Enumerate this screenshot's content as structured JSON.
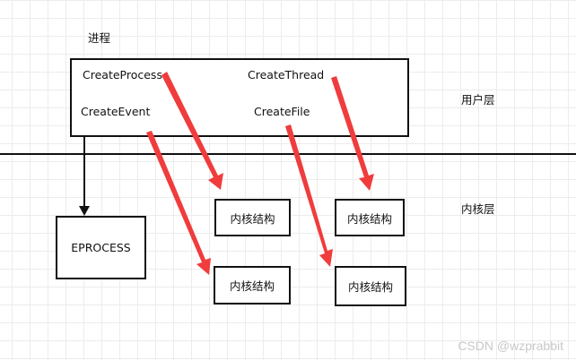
{
  "diagram": {
    "process_label": "进程",
    "user_layer_label": "用户层",
    "kernel_layer_label": "内核层",
    "process_box": {
      "items": [
        "CreateProcess",
        "CreateThread",
        "CreateEvent",
        "CreateFile"
      ]
    },
    "eprocess_label": "EPROCESS",
    "kernel_structures": [
      "内核结构",
      "内核结构",
      "内核结构",
      "内核结构"
    ]
  },
  "watermark": "CSDN @wzprabbit",
  "colors": {
    "arrow_red": "#f03c3c",
    "line": "#111111",
    "grid": "#ececec"
  }
}
